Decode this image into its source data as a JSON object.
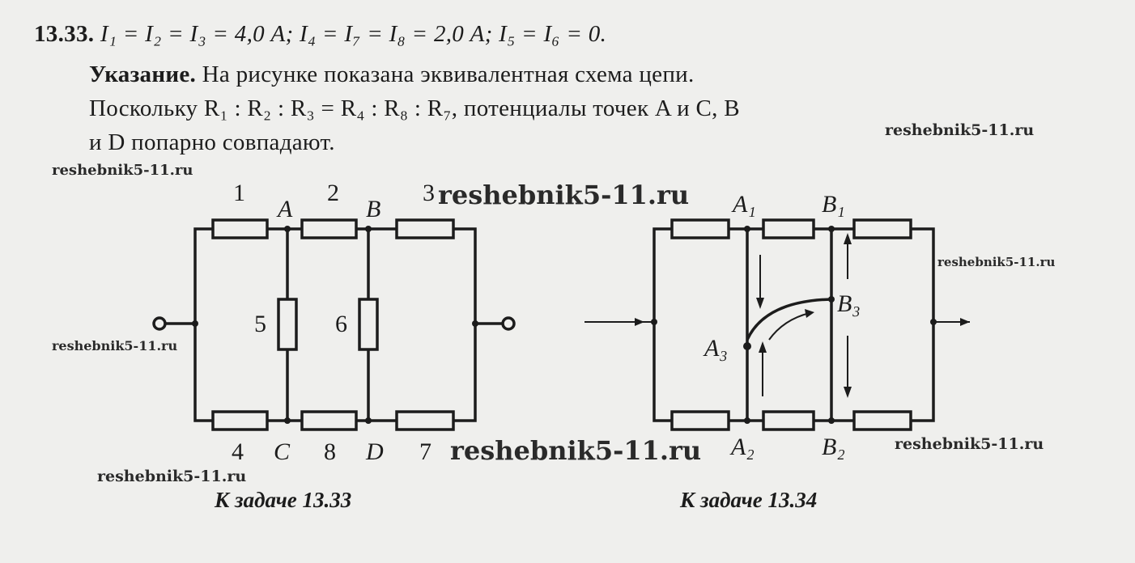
{
  "answer": {
    "number": "13.33.",
    "formula": "I₁ = I₂ = I₃ = 4,0 А; I₄ = I₇ = I₈ = 2,0 А; I₅ = I₆ = 0.",
    "hint_label": "Указание.",
    "hint_line1": "На рисунке показана эквивалентная схема цепи.",
    "hint_line2": "Поскольку R₁ : R₂ : R₃ = R₄ : R₈ : R₇, потенциалы точек A и C, B",
    "hint_line3": "и D попарно совпадают."
  },
  "figure_1333": {
    "resistor_labels": [
      "1",
      "2",
      "3",
      "4",
      "5",
      "6",
      "7",
      "8"
    ],
    "node_labels": {
      "A": "A",
      "B": "B",
      "C": "C",
      "D": "D"
    },
    "caption": "К задаче 13.33"
  },
  "figure_1334": {
    "node_labels": {
      "A1": "A₁",
      "B1": "B₁",
      "A2": "A₂",
      "B2": "B₂",
      "A3": "A₃",
      "B3": "B₃"
    },
    "caption": "К задаче 13.34"
  },
  "watermarks": [
    "reshebnik5-11.ru",
    "reshebnik5-11.ru",
    "reshebnik5-11.ru",
    "reshebnik5-11.ru",
    "reshebnik5-11.ru",
    "reshebnik5-11.ru",
    "reshebnik5-11.ru",
    "reshebnik5-11.ru"
  ]
}
